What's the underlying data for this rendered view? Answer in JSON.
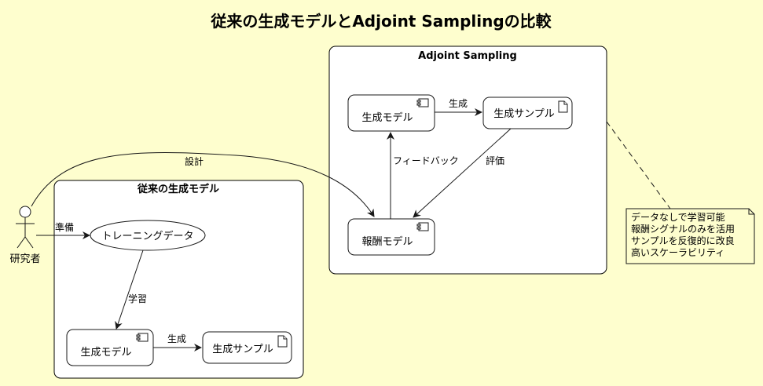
{
  "title": "従来の生成モデルとAdjoint Samplingの比較",
  "actor": {
    "label": "研究者"
  },
  "traditional": {
    "frame_title": "従来の生成モデル",
    "training_data": "トレーニングデータ",
    "model": "生成モデル",
    "sample": "生成サンプル"
  },
  "adjoint": {
    "frame_title": "Adjoint Sampling",
    "model": "生成モデル",
    "sample": "生成サンプル",
    "reward": "報酬モデル"
  },
  "edges": {
    "prepare": "準備",
    "design": "設計",
    "learn": "学習",
    "generate_traditional": "生成",
    "generate_adjoint": "生成",
    "evaluate": "評価",
    "feedback": "フィードバック"
  },
  "note": {
    "lines": [
      "データなしで学習可能",
      "報酬シグナルのみを活用",
      "サンプルを反復的に改良",
      "高いスケーラビリティ"
    ]
  },
  "colors": {
    "background": "#FEFECE",
    "box": "#FFFFFF",
    "stroke": "#181818"
  }
}
